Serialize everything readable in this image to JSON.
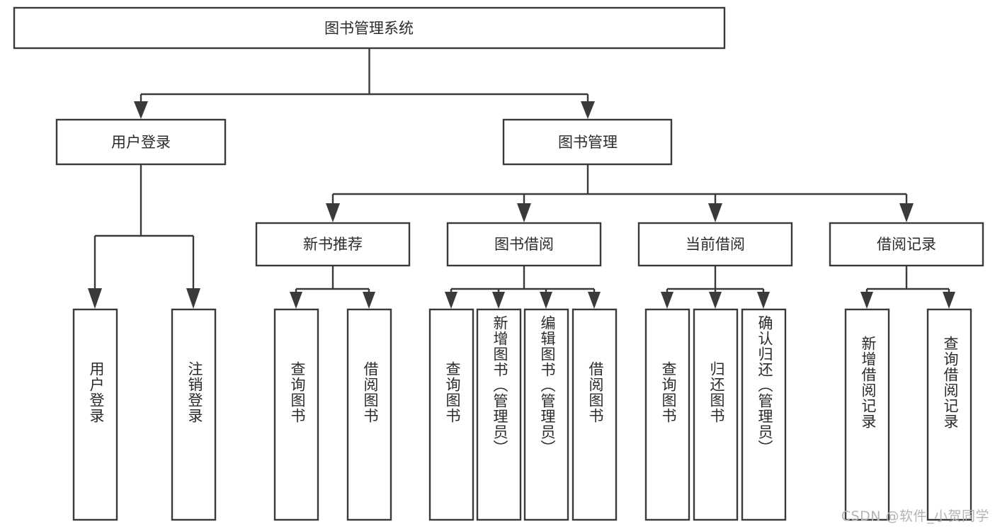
{
  "diagram": {
    "title": "图书管理系统",
    "type": "tree-hierarchy-chart",
    "colors": {
      "box_stroke": "#3a3a3a",
      "box_fill": "#ffffff",
      "text": "#2b2b2b",
      "connector": "#3a3a3a",
      "background": "#ffffff",
      "watermark": "#b4b4b4"
    },
    "root": {
      "label": "图书管理系统"
    },
    "level2": [
      {
        "label": "用户登录"
      },
      {
        "label": "图书管理"
      }
    ],
    "level3": [
      {
        "label": "新书推荐"
      },
      {
        "label": "图书借阅"
      },
      {
        "label": "当前借阅"
      },
      {
        "label": "借阅记录"
      }
    ],
    "leaves": {
      "user_login": [
        {
          "label": "用户登录"
        },
        {
          "label": "注销登录"
        }
      ],
      "new_book_recommend": [
        {
          "label": "查询图书"
        },
        {
          "label": "借阅图书"
        }
      ],
      "book_borrow": [
        {
          "label": "查询图书"
        },
        {
          "label": "新增图书（管理员）"
        },
        {
          "label": "编辑图书（管理员）"
        },
        {
          "label": "借阅图书"
        }
      ],
      "current_borrow": [
        {
          "label": "查询图书"
        },
        {
          "label": "归还图书"
        },
        {
          "label": "确认归还（管理员）"
        }
      ],
      "borrow_records": [
        {
          "label": "新增借阅记录"
        },
        {
          "label": "查询借阅记录"
        }
      ]
    }
  },
  "watermark": {
    "text": "CSDN @软件_小贺同学"
  }
}
